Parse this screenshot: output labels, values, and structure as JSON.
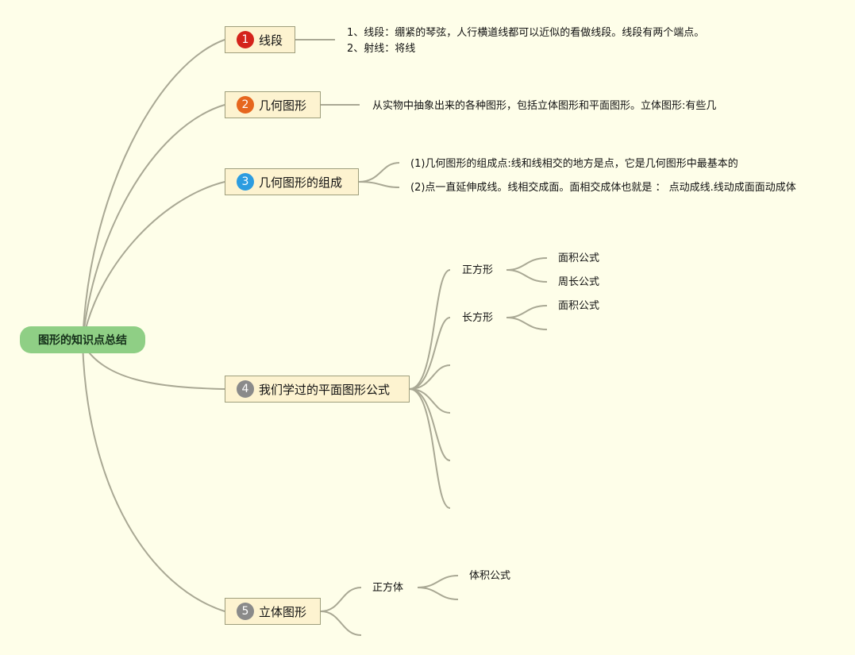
{
  "root": {
    "label": "图形的知识点总结"
  },
  "colors": {
    "line": "#a9a894",
    "root_bg": "#8fcf85",
    "topic_bg": "#fdf3d0",
    "page_bg": "#fefee9"
  },
  "topics": [
    {
      "num": "1",
      "label": "线段",
      "color": "#d4231b"
    },
    {
      "num": "2",
      "label": "几何图形",
      "color": "#e6661e"
    },
    {
      "num": "3",
      "label": "几何图形的组成",
      "color": "#2c9ce0"
    },
    {
      "num": "4",
      "label": "我们学过的平面图形公式",
      "color": "#8a8a8a"
    },
    {
      "num": "5",
      "label": "立体图形",
      "color": "#8a8a8a"
    }
  ],
  "notes": {
    "t1_line1": "1、线段：绷紧的琴弦，人行横道线都可以近似的看做线段。线段有两个端点。",
    "t1_line2": "2、射线：将线",
    "t2": "从实物中抽象出来的各种图形，包括立体图形和平面图形。立体图形:有些几",
    "t3_a": "(1)几何图形的组成点:线和线相交的地方是点，它是几何图形中最基本的",
    "t3_b": "(2)点一直延伸成线。线相交成面。面相交成体也就是 ： 点动成线.线动成面面动成体"
  },
  "t4": {
    "square": "正方形",
    "square_area": "面积公式",
    "square_perimeter": "周长公式",
    "rectangle": "长方形",
    "rectangle_area": "面积公式"
  },
  "t5": {
    "cube": "正方体",
    "cube_volume": "体积公式"
  }
}
